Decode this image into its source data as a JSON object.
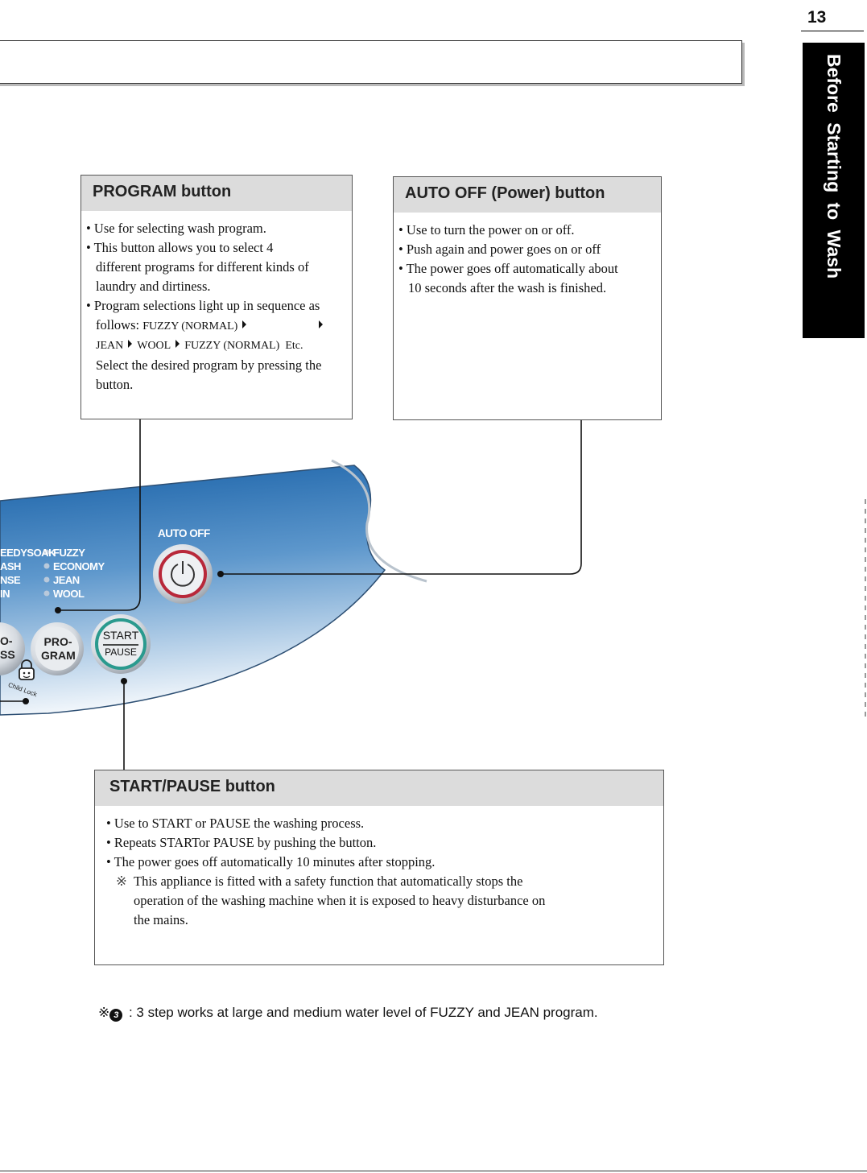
{
  "page": {
    "number": "13",
    "side_tab": "Before Starting to Wash"
  },
  "program_box": {
    "title": "PROGRAM  button",
    "bullet1": "• Use for selecting wash program.",
    "bullet2": "• This button allows you to  select 4",
    "bullet2_cont1": "different  programs for  different kinds  of",
    "bullet2_cont2": "laundry and dirtiness.",
    "bullet3": "• Program selections light up in sequence as",
    "seq_follows": "follows:",
    "seq_item1": "FUZZY (NORMAL)",
    "seq_item3": "JEAN",
    "seq_item4": "WOOL",
    "seq_item5": "FUZZY (NORMAL)",
    "seq_etc": "Etc.",
    "select_line1": "Select the desired program by pressing the",
    "select_line2": "button."
  },
  "auto_off_box": {
    "title": "AUTO OFF  (Power) button",
    "bullet1": "• Use to turn the power on or off.",
    "bullet2": "• Push again and power goes on or off",
    "bullet3": "• The power goes off automatically about",
    "bullet3_cont": "10 seconds after the wash is finished."
  },
  "start_pause_box": {
    "title": "START/PAUSE  button",
    "bullet1": "• Use to  START or  PAUSE the washing process.",
    "bullet2": "• Repeats  STARTor PAUSE  by pushing the button.",
    "bullet3": "• The power goes off automatically 10 minutes after stopping.",
    "note_mark": "※",
    "note_line1": "This appliance is fitted with a safety function that  automatically stops the",
    "note_line2": "operation of the washing machine when it is exposed to heavy disturbance on",
    "note_line3": "the mains."
  },
  "panel": {
    "auto_off_label": "AUTO OFF",
    "process_labels": [
      "EEDYSOAK",
      "ASH",
      "NSE",
      "IN"
    ],
    "program_labels": [
      "FUZZY",
      "ECONOMY",
      "JEAN",
      "WOOL"
    ],
    "process_button_lines": [
      "O-",
      "SS"
    ],
    "program_button_lines": [
      "PRO-",
      "GRAM"
    ],
    "start_label": "START",
    "pause_label": "PAUSE",
    "child_lock_label": "Child Lock"
  },
  "footnote": {
    "prefix": "※",
    "step_number": "3",
    "text": " : 3 step works at large and medium water level of FUZZY and JEAN program."
  },
  "colors": {
    "panel_dark": "#1f6fb0",
    "panel_light": "#e8f0f8",
    "title_bar": "#dcdcdc",
    "power_ring": "#b8283a",
    "start_ring": "#2a9a8e"
  }
}
